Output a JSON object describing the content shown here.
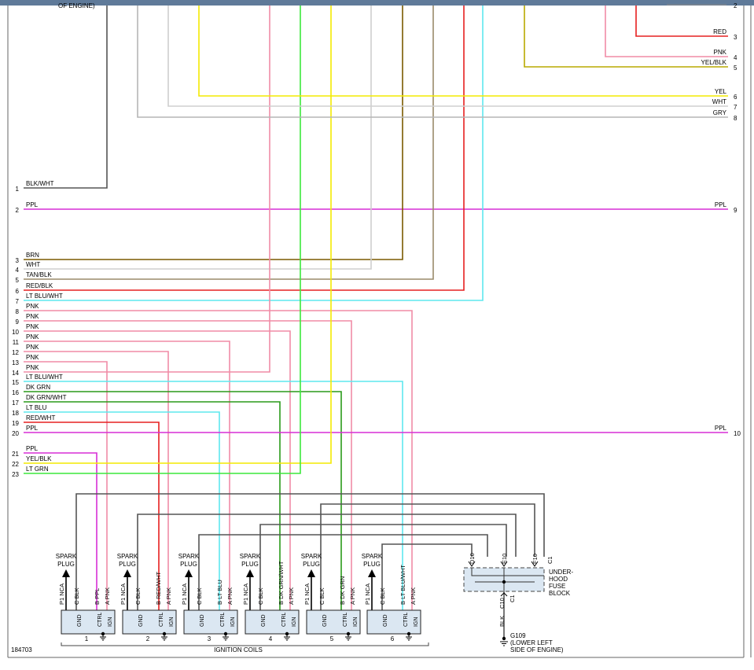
{
  "figure_id": "184703",
  "top_fragment": "OF ENGINE)",
  "left_pins": [
    {
      "pin": "1",
      "label": "BLK/WHT"
    },
    {
      "pin": "2",
      "label": "PPL"
    },
    {
      "pin": "3",
      "label": "BRN"
    },
    {
      "pin": "4",
      "label": "WHT"
    },
    {
      "pin": "5",
      "label": "TAN/BLK"
    },
    {
      "pin": "6",
      "label": "RED/BLK"
    },
    {
      "pin": "7",
      "label": "LT BLU/WHT"
    },
    {
      "pin": "8",
      "label": "PNK"
    },
    {
      "pin": "9",
      "label": "PNK"
    },
    {
      "pin": "10",
      "label": "PNK"
    },
    {
      "pin": "11",
      "label": "PNK"
    },
    {
      "pin": "12",
      "label": "PNK"
    },
    {
      "pin": "13",
      "label": "PNK"
    },
    {
      "pin": "14",
      "label": "PNK"
    },
    {
      "pin": "15",
      "label": "LT BLU/WHT"
    },
    {
      "pin": "16",
      "label": "DK GRN"
    },
    {
      "pin": "17",
      "label": "DK GRN/WHT"
    },
    {
      "pin": "18",
      "label": "LT BLU"
    },
    {
      "pin": "19",
      "label": "RED/WHT"
    },
    {
      "pin": "20",
      "label": "PPL"
    },
    {
      "pin": "21",
      "label": "PPL"
    },
    {
      "pin": "22",
      "label": "YEL/BLK"
    },
    {
      "pin": "23",
      "label": "LT GRN"
    }
  ],
  "right_pins": [
    {
      "pin": "2",
      "label": ""
    },
    {
      "pin": "3",
      "label": "RED"
    },
    {
      "pin": "4",
      "label": "PNK"
    },
    {
      "pin": "5",
      "label": "YEL/BLK"
    },
    {
      "pin": "6",
      "label": "YEL"
    },
    {
      "pin": "7",
      "label": "WHT"
    },
    {
      "pin": "8",
      "label": "GRY"
    },
    {
      "pin": "9",
      "label": "PPL"
    },
    {
      "pin": "10",
      "label": "PPL"
    }
  ],
  "coils": [
    {
      "number": "1",
      "ctrl_wire": "B  PPL",
      "pin_labels": [
        "P1  NCA",
        "C  BLK",
        "A  PNK"
      ]
    },
    {
      "number": "2",
      "ctrl_wire": "B  RED/WHT",
      "pin_labels": [
        "P1  NCA",
        "C  BLK",
        "A  PNK"
      ]
    },
    {
      "number": "3",
      "ctrl_wire": "B  LT BLU",
      "pin_labels": [
        "P1  NCA",
        "C  BLK",
        "A  PNK"
      ]
    },
    {
      "number": "4",
      "ctrl_wire": "B  DK GRN/WHT",
      "pin_labels": [
        "P1  NCA",
        "C  BLK",
        "A  PNK"
      ]
    },
    {
      "number": "5",
      "ctrl_wire": "B  DK GRN",
      "pin_labels": [
        "P1  NCA",
        "C  BLK",
        "A  PNK"
      ]
    },
    {
      "number": "6",
      "ctrl_wire": "B  LT BLU/WHT",
      "pin_labels": [
        "P1  NCA",
        "C  BLK",
        "A  PNK"
      ]
    }
  ],
  "coil_terminals": [
    "GND",
    "CTRL",
    "IGN"
  ],
  "spark_plug_label": [
    "SPARK",
    "PLUG"
  ],
  "coils_group_label": "IGNITION COILS",
  "fuse_block": {
    "label": [
      "UNDER-",
      "HOOD",
      "FUSE",
      "BLOCK"
    ],
    "connector": "C1",
    "top_pins": [
      "D10",
      "E10",
      "F10"
    ],
    "bottom_pin": "C10",
    "bottom_connector": "C1",
    "ground_wire": "BLK"
  },
  "ground": {
    "id": "G109",
    "location": [
      "(LOWER LEFT",
      "SIDE OF ENGINE)"
    ]
  },
  "colors": {
    "blk": "#555555",
    "gry": "#b5b5b5",
    "wht": "#cfcfcf",
    "pnk": "#f08ca6",
    "ppl": "#d72fd6",
    "yel": "#f4ea00",
    "yelblk": "#b9aa00",
    "red": "#e62020",
    "brn": "#7a5a00",
    "tan": "#9a8a6a",
    "ltblu": "#5ee8ee",
    "dkgrn": "#2a9a1a",
    "ltgrn": "#3ce83c",
    "coilfill": "#dbe7f2"
  }
}
